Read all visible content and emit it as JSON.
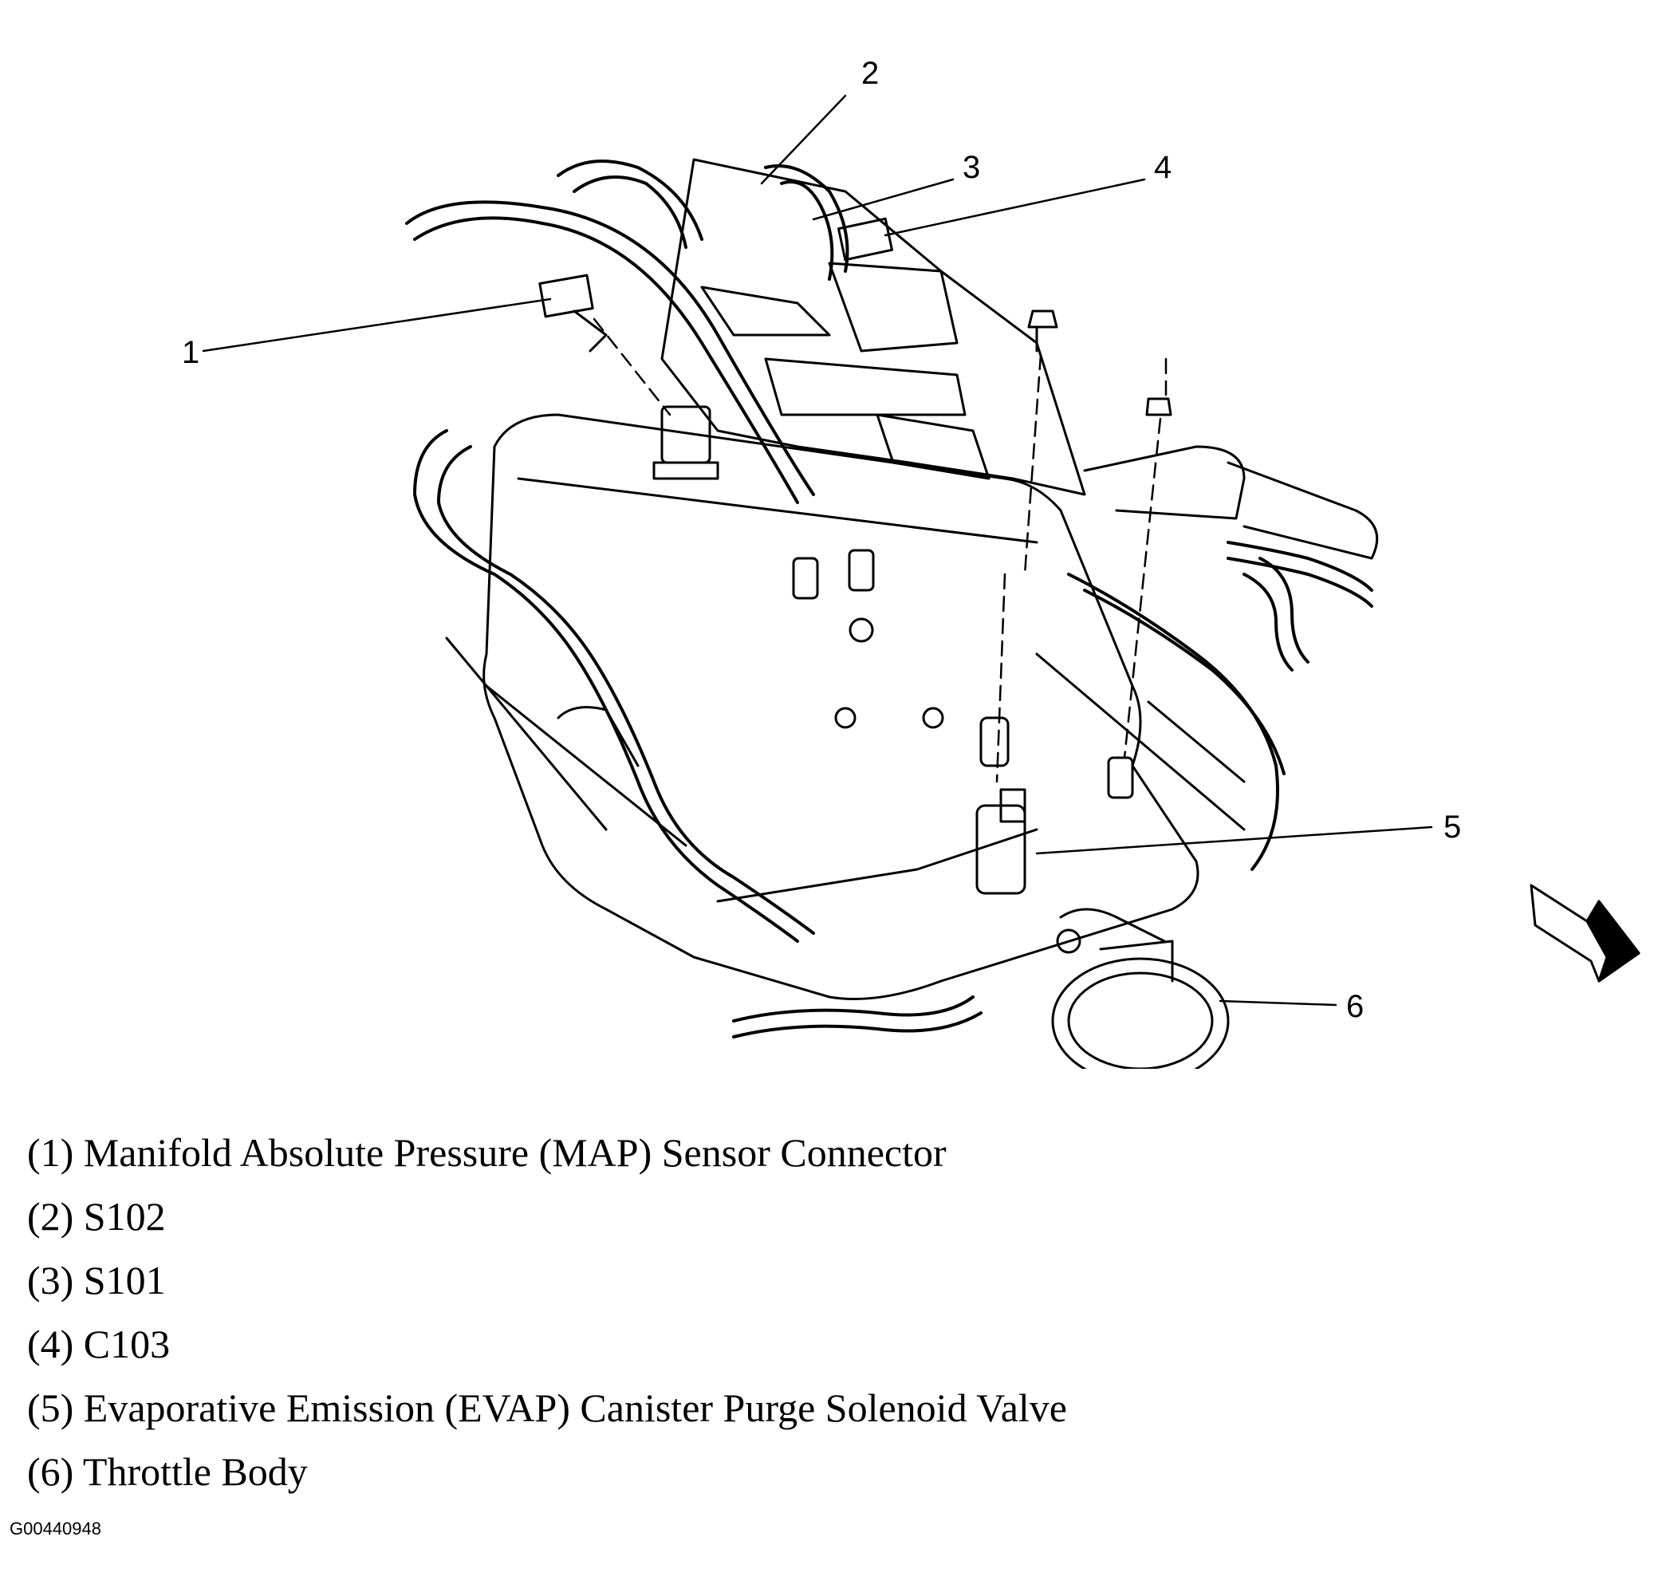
{
  "callouts": [
    "1",
    "2",
    "3",
    "4",
    "5",
    "6"
  ],
  "legend": [
    "(1) Manifold Absolute Pressure (MAP) Sensor Connector",
    "(2) S102",
    "(3) S101",
    "(4) C103",
    "(5) Evaporative Emission (EVAP) Canister Purge Solenoid Valve",
    "(6) Throttle Body"
  ],
  "figure_id": "G00440948"
}
